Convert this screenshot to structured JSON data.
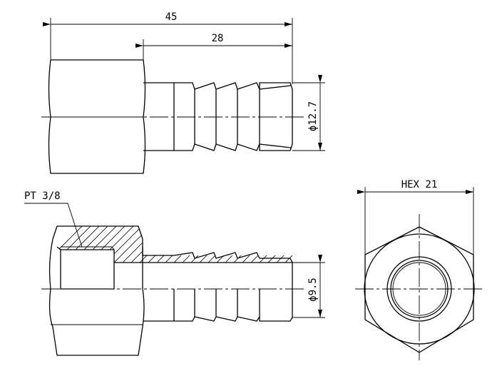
{
  "dimensions": {
    "overall_length": "45",
    "barb_length": "28",
    "outer_diameter": "ϕ12.7",
    "inner_diameter": "ϕ9.5",
    "hex_size": "HEX 21",
    "thread_spec": "PT 3/8"
  }
}
